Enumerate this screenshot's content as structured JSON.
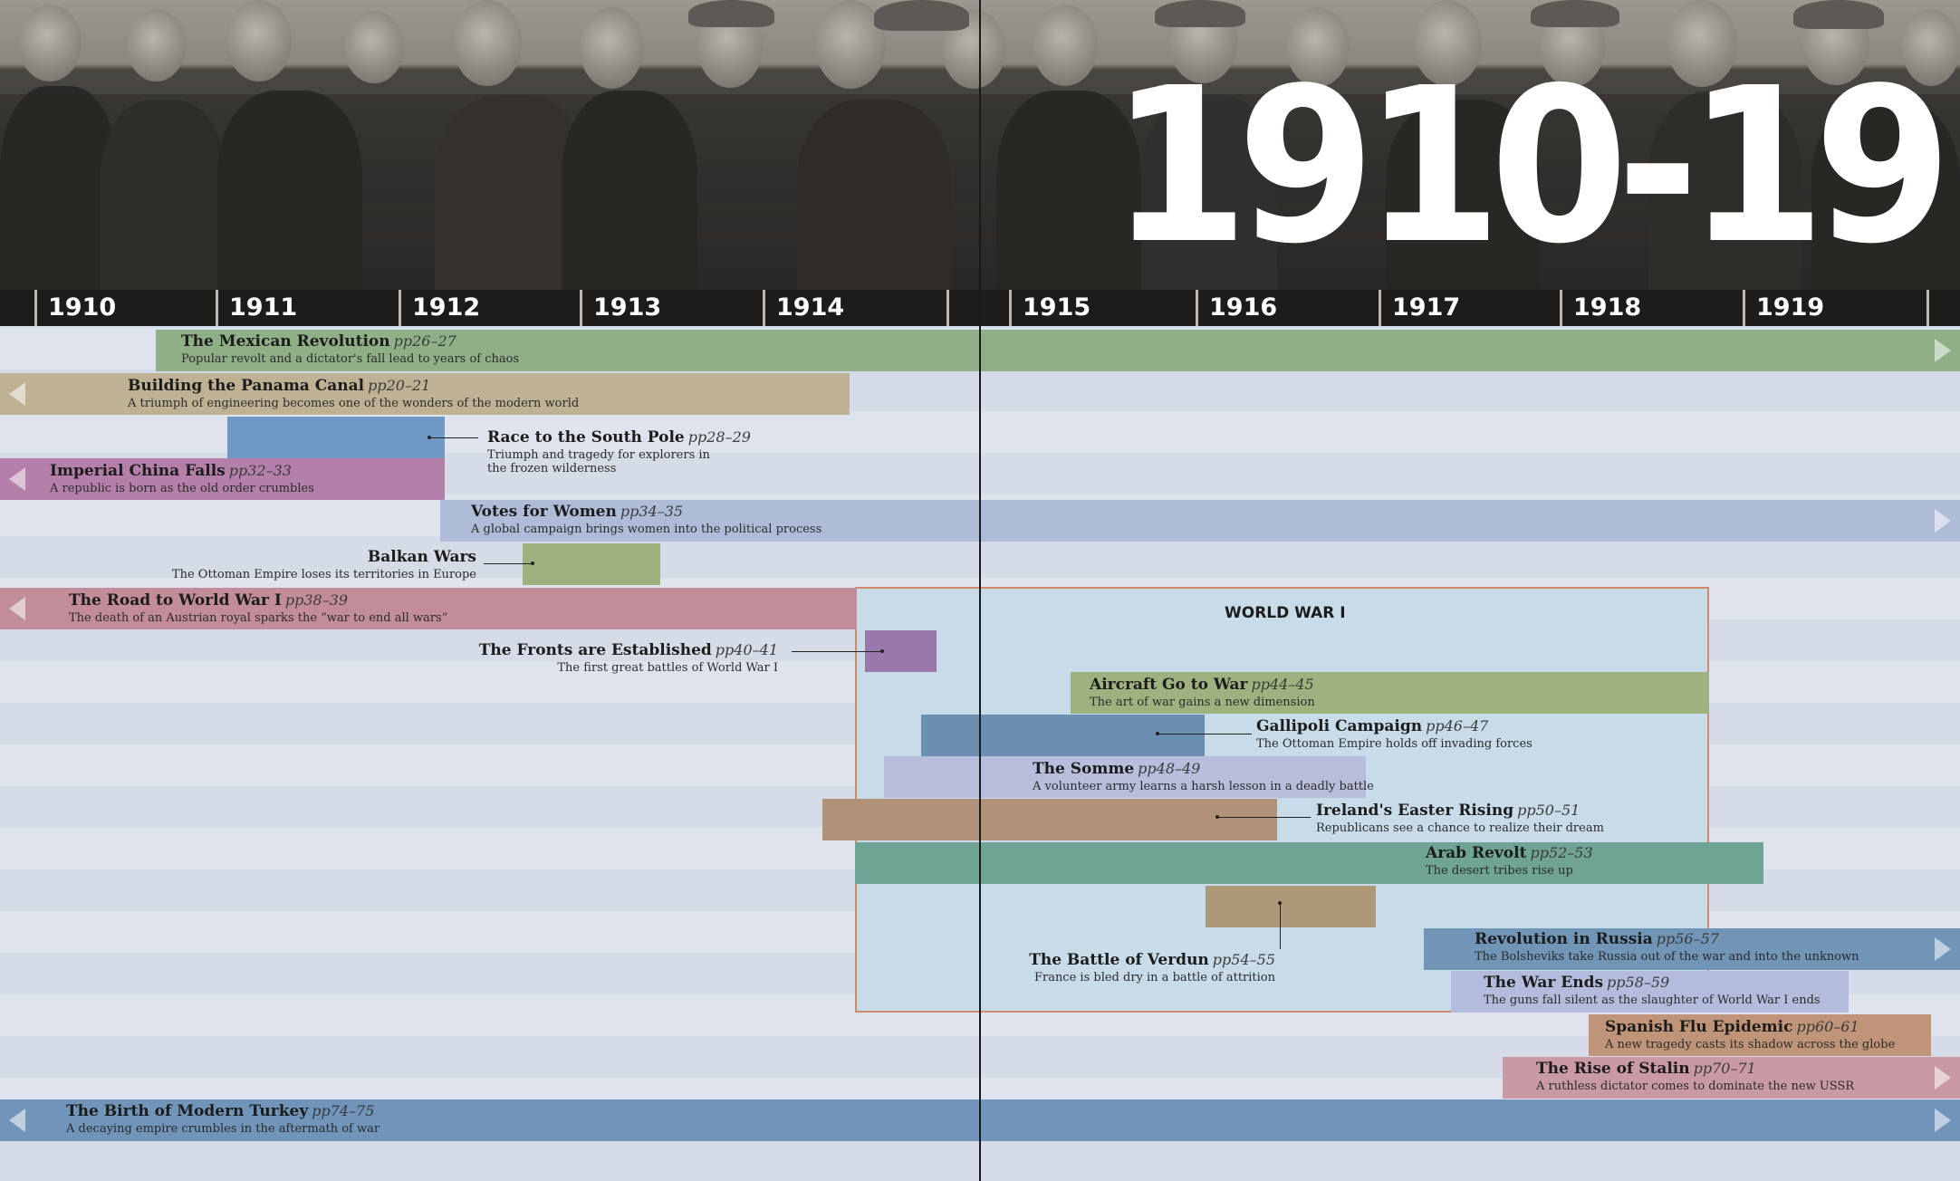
{
  "header": {
    "decade_title": "1910-19"
  },
  "years": [
    "1910",
    "1911",
    "1912",
    "1913",
    "1914",
    "1915",
    "1916",
    "1917",
    "1918",
    "1919"
  ],
  "ww1": {
    "label": "WORLD WAR I"
  },
  "events": {
    "mexican": {
      "title": "The Mexican Revolution",
      "pages": "pp26–27",
      "desc": "Popular revolt and a dictator's fall lead to years of chaos",
      "color": "#8fb087"
    },
    "panama": {
      "title": "Building the Panama Canal",
      "pages": "pp20–21",
      "desc": "A triumph of engineering becomes one of the wonders of the modern world",
      "color": "#bfb294"
    },
    "south_pole": {
      "title": "Race to the South Pole",
      "pages": "pp28–29",
      "desc": "Triumph and tragedy for explorers in\nthe frozen wilderness",
      "color": "#6f98c4"
    },
    "china": {
      "title": "Imperial China Falls",
      "pages": "pp32–33",
      "desc": "A republic is born as the old order crumbles",
      "color": "#b47fa9"
    },
    "votes": {
      "title": "Votes for Women",
      "pages": "pp34–35",
      "desc": "A global campaign brings women into the political process",
      "color": "#aebcd8"
    },
    "balkan": {
      "title": "Balkan Wars",
      "pages": "",
      "desc": "The Ottoman Empire loses its territories in Europe",
      "color": "#9db17f"
    },
    "road_ww1": {
      "title": "The Road to World War I",
      "pages": "pp38–39",
      "desc": "The death of an Austrian royal sparks the “war to end all wars”",
      "color": "#c28c98"
    },
    "fronts": {
      "title": "The Fronts are Established",
      "pages": "pp40–41",
      "desc": "The first great battles of World War I",
      "color": "#9a78ac"
    },
    "aircraft": {
      "title": "Aircraft Go to War",
      "pages": "pp44–45",
      "desc": "The art of war gains a new dimension",
      "color": "#9db27f"
    },
    "gallipoli": {
      "title": "Gallipoli Campaign",
      "pages": "pp46–47",
      "desc": "The Ottoman Empire holds off invading forces",
      "color": "#6a8fb1"
    },
    "somme": {
      "title": "The Somme",
      "pages": "pp48–49",
      "desc": "A volunteer army learns a harsh lesson in a deadly battle",
      "color": "#b6bedb"
    },
    "easter": {
      "title": "Ireland's Easter Rising",
      "pages": "pp50–51",
      "desc": "Republicans see a chance to realize their dream",
      "color": "#b09279"
    },
    "arab": {
      "title": "Arab Revolt",
      "pages": "pp52–53",
      "desc": "The desert tribes rise up",
      "color": "#6fa495"
    },
    "verdun": {
      "title": "The Battle of Verdun",
      "pages": "pp54–55",
      "desc": "France is bled dry in a battle of attrition",
      "color": "#ad9878"
    },
    "russia": {
      "title": "Revolution in Russia",
      "pages": "pp56–57",
      "desc": "The Bolsheviks take Russia out of the war and into the unknown",
      "color": "#7095b7"
    },
    "war_ends": {
      "title": "The War Ends",
      "pages": "pp58–59",
      "desc": "The guns fall silent as the slaughter of World War I ends",
      "color": "#b3bcdc"
    },
    "flu": {
      "title": "Spanish Flu Epidemic",
      "pages": "pp60–61",
      "desc": "A new tragedy casts its shadow across the globe",
      "color": "#c09478"
    },
    "stalin": {
      "title": "The Rise of Stalin",
      "pages": "pp70–71",
      "desc": "A ruthless dictator comes to dominate the new USSR",
      "color": "#c99aa3"
    },
    "turkey": {
      "title": "The Birth of Modern Turkey",
      "pages": "pp74–75",
      "desc": "A decaying empire crumbles in the aftermath of war",
      "color": "#7094ba"
    }
  }
}
